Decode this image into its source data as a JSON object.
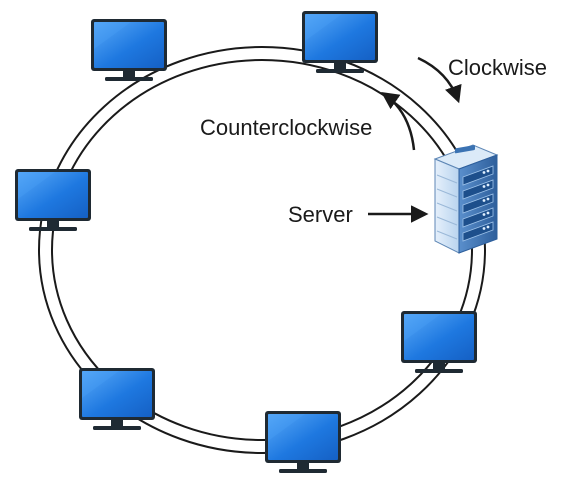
{
  "labels": {
    "clockwise": "Clockwise",
    "counterclockwise": "Counterclockwise",
    "server": "Server"
  },
  "nodes": [
    {
      "name": "computer-top-left",
      "type": "computer"
    },
    {
      "name": "computer-top-right",
      "type": "computer"
    },
    {
      "name": "computer-left",
      "type": "computer"
    },
    {
      "name": "computer-bottom-left",
      "type": "computer"
    },
    {
      "name": "computer-bottom",
      "type": "computer"
    },
    {
      "name": "computer-bottom-right",
      "type": "computer"
    },
    {
      "name": "server",
      "type": "server"
    }
  ],
  "colors": {
    "ring": "#1a1a1a",
    "screen": "#1e78e0",
    "screen_light": "#4aa0f5",
    "monitor_frame": "#1f2a33",
    "server_light": "#cfe3f5",
    "server_dark": "#3b73b3"
  }
}
